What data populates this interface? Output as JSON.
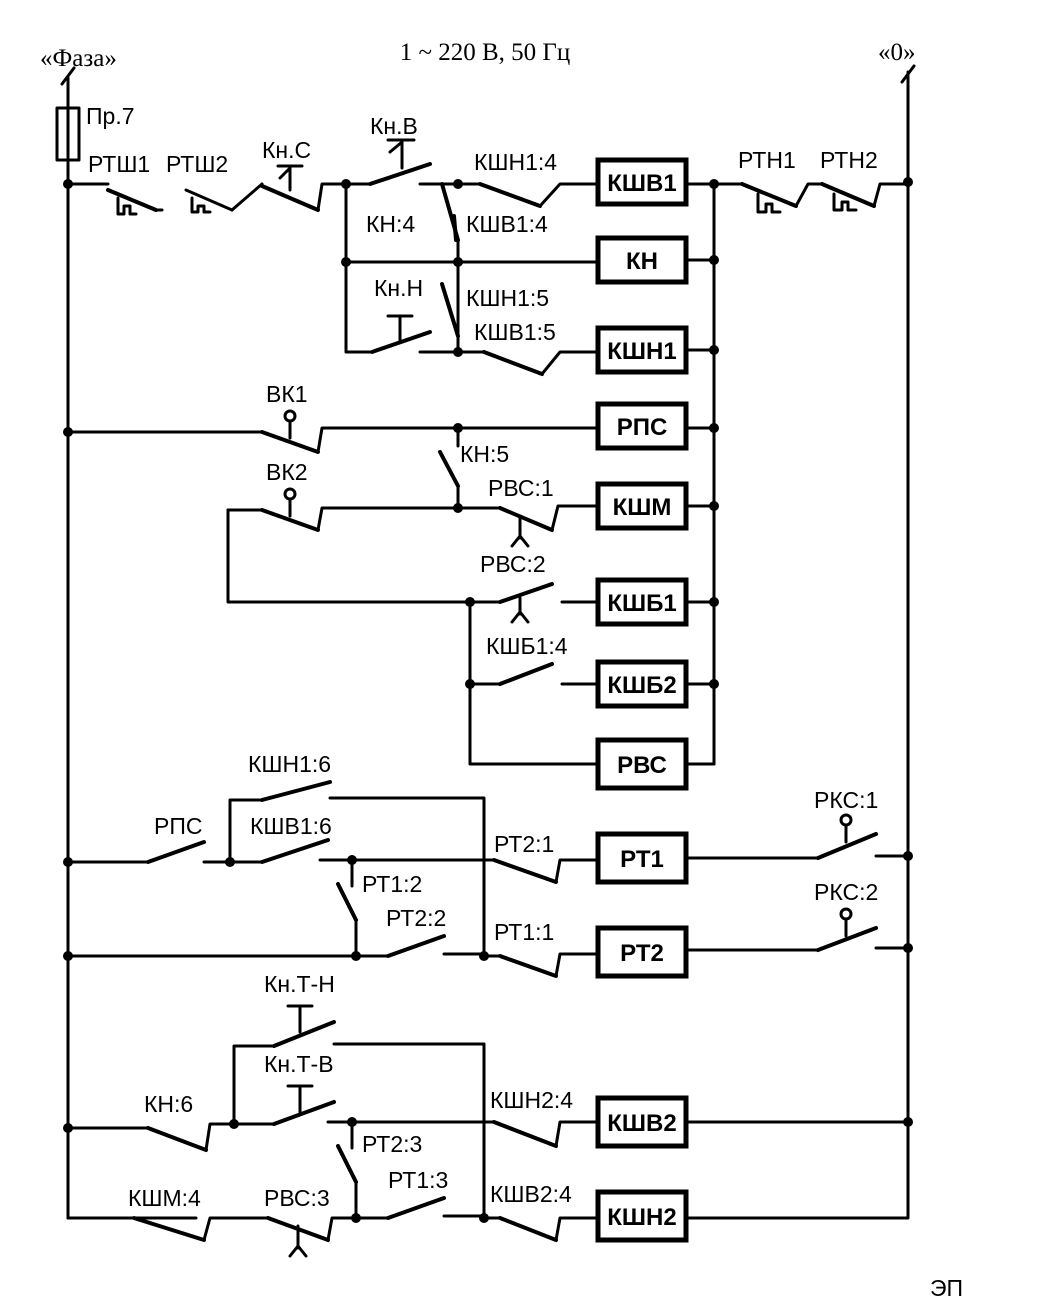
{
  "header": {
    "supply": "1 ~ 220 В, 50 Гц",
    "phase": "«Фаза»",
    "neutral": "«0»"
  },
  "labels": {
    "fuse": "Пр.7",
    "rtsh1": "РТШ1",
    "rtsh2": "РТШ2",
    "kn_s": "Кн.С",
    "kn_v": "Кн.В",
    "kshn1_4": "КШН1:4",
    "kn_4": "КН:4",
    "kshv1_4": "КШВ1:4",
    "kn_n": "Кн.Н",
    "kshn1_5": "КШН1:5",
    "kshv1_5": "КШВ1:5",
    "rtn1": "РТН1",
    "rtn2": "РТН2",
    "vk1": "ВК1",
    "vk2": "ВК2",
    "kn_5": "КН:5",
    "rvs_1": "РВС:1",
    "rvs_2": "РВС:2",
    "kshb1_4": "КШБ1:4",
    "kshn1_6": "КШН1:6",
    "rps_c": "РПС",
    "kshv1_6": "КШВ1:6",
    "rt2_1": "РТ2:1",
    "rks_1": "РКС:1",
    "rt1_2": "РТ1:2",
    "rt2_2": "РТ2:2",
    "rt1_1": "РТ1:1",
    "rks_2": "РКС:2",
    "kn_tn": "Кн.Т-Н",
    "kn_tv": "Кн.Т-В",
    "kn_6": "КН:6",
    "kshn2_4": "КШН2:4",
    "rt2_3": "РТ2:3",
    "ksm_4": "КШМ:4",
    "rvs_3": "РВС:3",
    "rt1_3": "РТ1:3",
    "kshv2_4": "КШВ2:4",
    "corner": "ЭП"
  },
  "coils": {
    "kshv1": "КШВ1",
    "kn": "КН",
    "kshn1": "КШН1",
    "rps": "РПС",
    "kshm": "КШМ",
    "kshb1": "КШБ1",
    "kshb2": "КШБ2",
    "rvs": "РВС",
    "rt1": "РТ1",
    "rt2": "РТ2",
    "kshv2": "КШВ2",
    "kshn2": "КШН2"
  }
}
